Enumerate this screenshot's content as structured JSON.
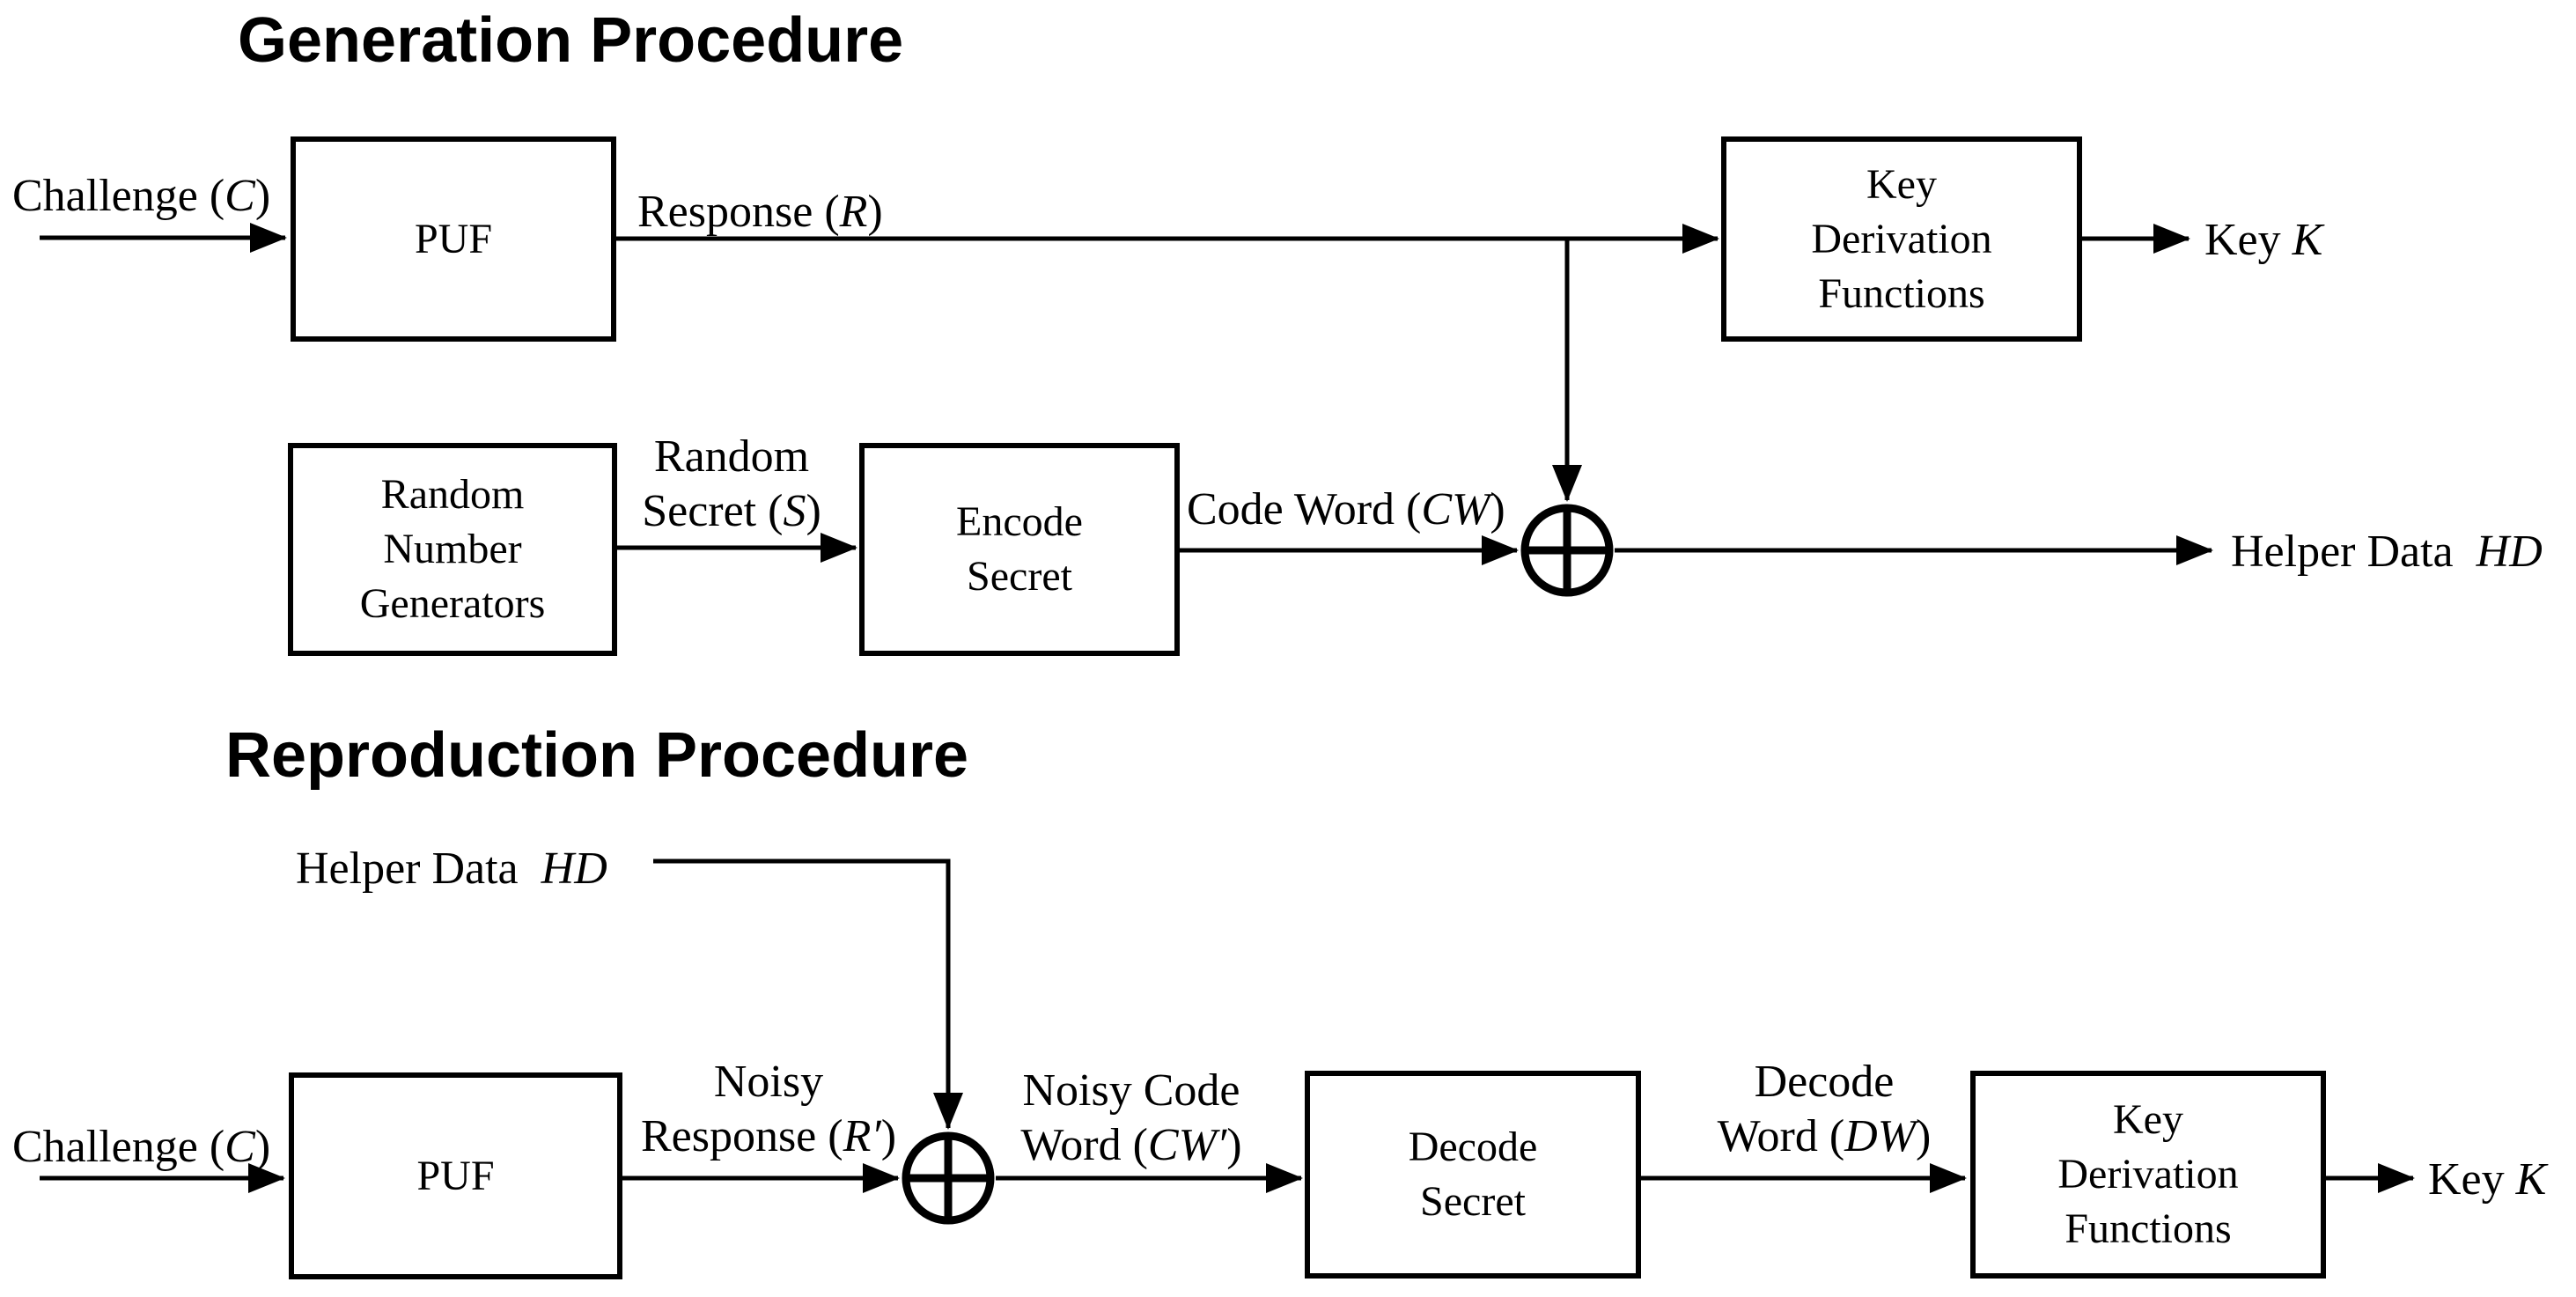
{
  "colors": {
    "ink": "#000000",
    "background": "#ffffff"
  },
  "generation": {
    "title": "Generation Procedure",
    "boxes": {
      "puf": {
        "label": "PUF"
      },
      "kdf": {
        "lines": [
          "Key",
          "Derivation",
          "Functions"
        ]
      },
      "rng": {
        "lines": [
          "Random",
          "Number",
          "Generators"
        ]
      },
      "encode": {
        "lines": [
          "Encode",
          "Secret"
        ]
      }
    },
    "labels": {
      "challenge": {
        "pre": "Challenge (",
        "var": "C",
        "post": ")"
      },
      "response": {
        "pre": "Response (",
        "var": "R",
        "post": ")"
      },
      "random_secret": {
        "line1": "Random",
        "pre": "Secret (",
        "var": "S",
        "post": ")"
      },
      "code_word": {
        "pre": "Code Word (",
        "var": "CW",
        "post": ")"
      },
      "key": {
        "pre": "Key ",
        "var": "K",
        "post": ""
      },
      "helper_data": {
        "pre": "Helper Data ",
        "var": "HD",
        "post": ""
      }
    }
  },
  "reproduction": {
    "title": "Reproduction Procedure",
    "boxes": {
      "puf": {
        "label": "PUF"
      },
      "decode": {
        "lines": [
          "Decode",
          "Secret"
        ]
      },
      "kdf": {
        "lines": [
          "Key",
          "Derivation",
          "Functions"
        ]
      }
    },
    "labels": {
      "helper_data": {
        "pre": "Helper Data ",
        "var": "HD",
        "post": ""
      },
      "challenge": {
        "pre": "Challenge (",
        "var": "C",
        "post": ")"
      },
      "noisy_response": {
        "line1": "Noisy",
        "pre": "Response (",
        "var": "R′",
        "post": ")"
      },
      "noisy_code_word": {
        "line1": "Noisy Code",
        "pre": "Word (",
        "var": "CW′",
        "post": ")"
      },
      "decode_word": {
        "line1": "Decode",
        "pre": "Word (",
        "var": "DW",
        "post": ")"
      },
      "key": {
        "pre": "Key ",
        "var": "K",
        "post": ""
      }
    }
  }
}
